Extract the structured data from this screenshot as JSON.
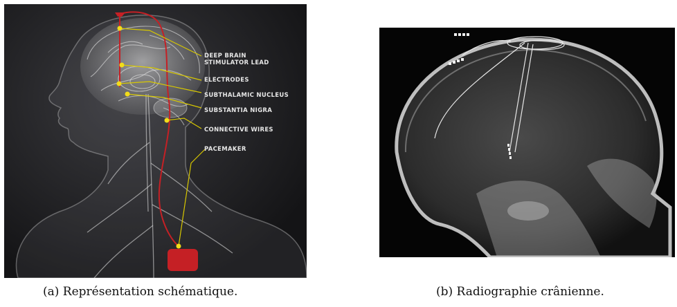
{
  "figure": {
    "panel_a": {
      "labels": [
        "DEEP BRAIN",
        "STIMULATOR LEAD",
        "ELECTRODES",
        "SUBTHALAMIC NUCLEUS",
        "SUBSTANTIA NIGRA",
        "CONNECTIVE WIRES",
        "PACEMAKER"
      ],
      "caption": "(a) Représentation schématique.",
      "colors": {
        "leader": "#d8c800",
        "marker": "#f2dc1a",
        "lead": "#c52025",
        "background": "#1d1d1f"
      }
    },
    "panel_b": {
      "caption": "(b) Radiographie crânienne."
    }
  }
}
